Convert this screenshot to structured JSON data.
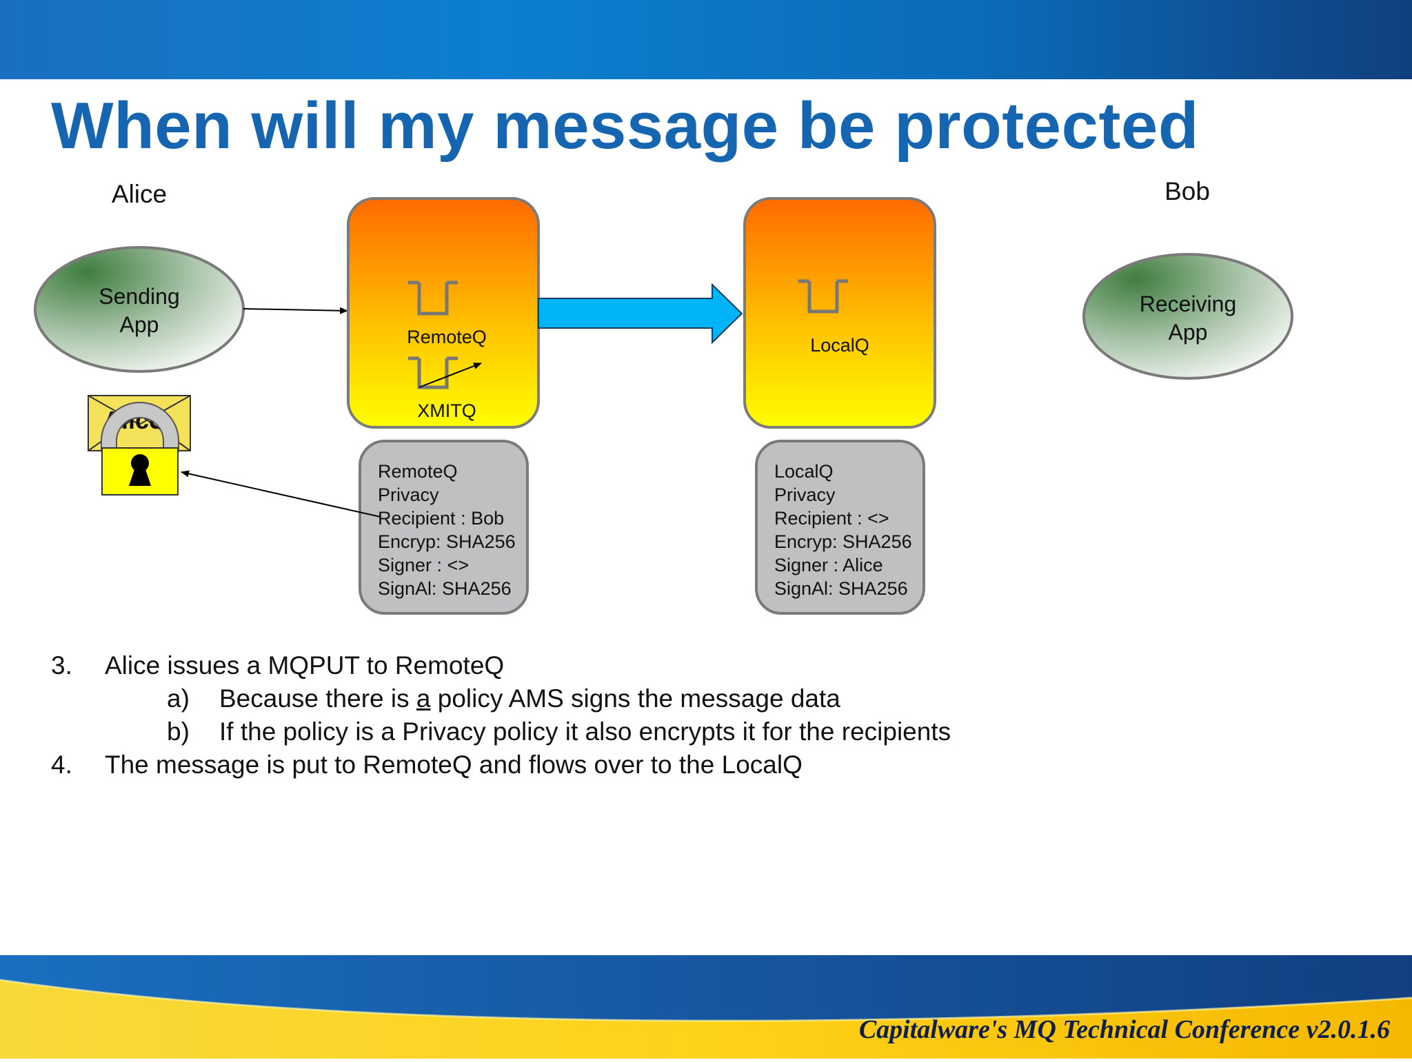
{
  "title": "When will my message be protected",
  "actors": {
    "alice": "Alice",
    "bob": "Bob"
  },
  "apps": {
    "sending": [
      "Sending",
      "App"
    ],
    "receiving": [
      "Receiving",
      "App"
    ]
  },
  "queues": {
    "remote_mgr": {
      "remoteq": "RemoteQ",
      "xmitq": "XMITQ"
    },
    "local_mgr": {
      "localq": "LocalQ"
    }
  },
  "policies": {
    "remote": [
      "RemoteQ",
      "Privacy",
      "Recipient : Bob",
      "Encryp: SHA256",
      "Signer : <>",
      "SignAl: SHA256"
    ],
    "local": [
      "LocalQ",
      "Privacy",
      "Recipient : <>",
      "Encryp: SHA256",
      "Signer : Alice",
      "SignAl: SHA256"
    ]
  },
  "envelope_label": "Alice",
  "steps": [
    {
      "num": "3.",
      "text": "Alice issues a MQPUT to RemoteQ",
      "sub": [
        {
          "num": "a)",
          "pre": "Because there is ",
          "u": "a",
          "post": " policy AMS signs the message data"
        },
        {
          "num": "b)",
          "text": "If the policy is a Privacy policy it also encrypts it for the recipients"
        }
      ]
    },
    {
      "num": "4.",
      "text": "The message is put to RemoteQ and flows over to the LocalQ"
    }
  ],
  "footer": "Capitalware's MQ Technical Conference v2.0.1.6",
  "colors": {
    "title": "#1565b1",
    "arrow": "#00b4f5",
    "queue_top": "#ff6a00",
    "queue_bottom": "#ffff00",
    "policy_box": "#c0bfc2"
  }
}
